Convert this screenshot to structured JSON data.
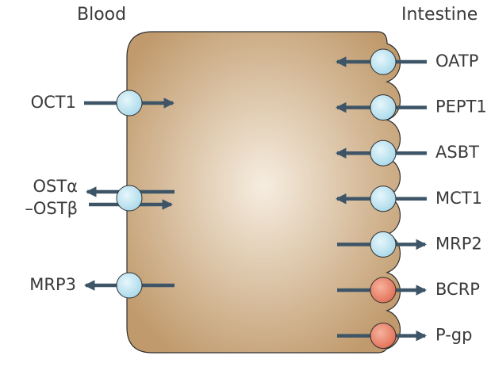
{
  "headers": {
    "blood": "Blood",
    "intestine": "Intestine"
  },
  "colors": {
    "cell_edge": "#c09a6c",
    "cell_center": "#f6ede0",
    "cell_outline": "#2f2f2f",
    "arrow": "#3d5566",
    "transporter_blue": "#a9d9ea",
    "transporter_red": "#e27056",
    "label_text": "#3a3a3a"
  },
  "blood_side": [
    {
      "label": "OCT1",
      "direction": "into-cell",
      "color": "blue"
    },
    {
      "label": "OSTα",
      "direction": "out-of-cell",
      "color": "blue",
      "paired": true
    },
    {
      "label": "–OSTβ",
      "direction": "into-cell",
      "color": "blue",
      "paired": true
    },
    {
      "label": "MRP3",
      "direction": "out-of-cell",
      "color": "blue"
    }
  ],
  "intestine_side": [
    {
      "label": "OATP",
      "direction": "into-cell",
      "color": "blue"
    },
    {
      "label": "PEPT1",
      "direction": "into-cell",
      "color": "blue"
    },
    {
      "label": "ASBT",
      "direction": "into-cell",
      "color": "blue"
    },
    {
      "label": "MCT1",
      "direction": "into-cell",
      "color": "blue"
    },
    {
      "label": "MRP2",
      "direction": "out-of-cell",
      "color": "blue"
    },
    {
      "label": "BCRP",
      "direction": "out-of-cell",
      "color": "red"
    },
    {
      "label": "P-gp",
      "direction": "out-of-cell",
      "color": "red"
    }
  ]
}
